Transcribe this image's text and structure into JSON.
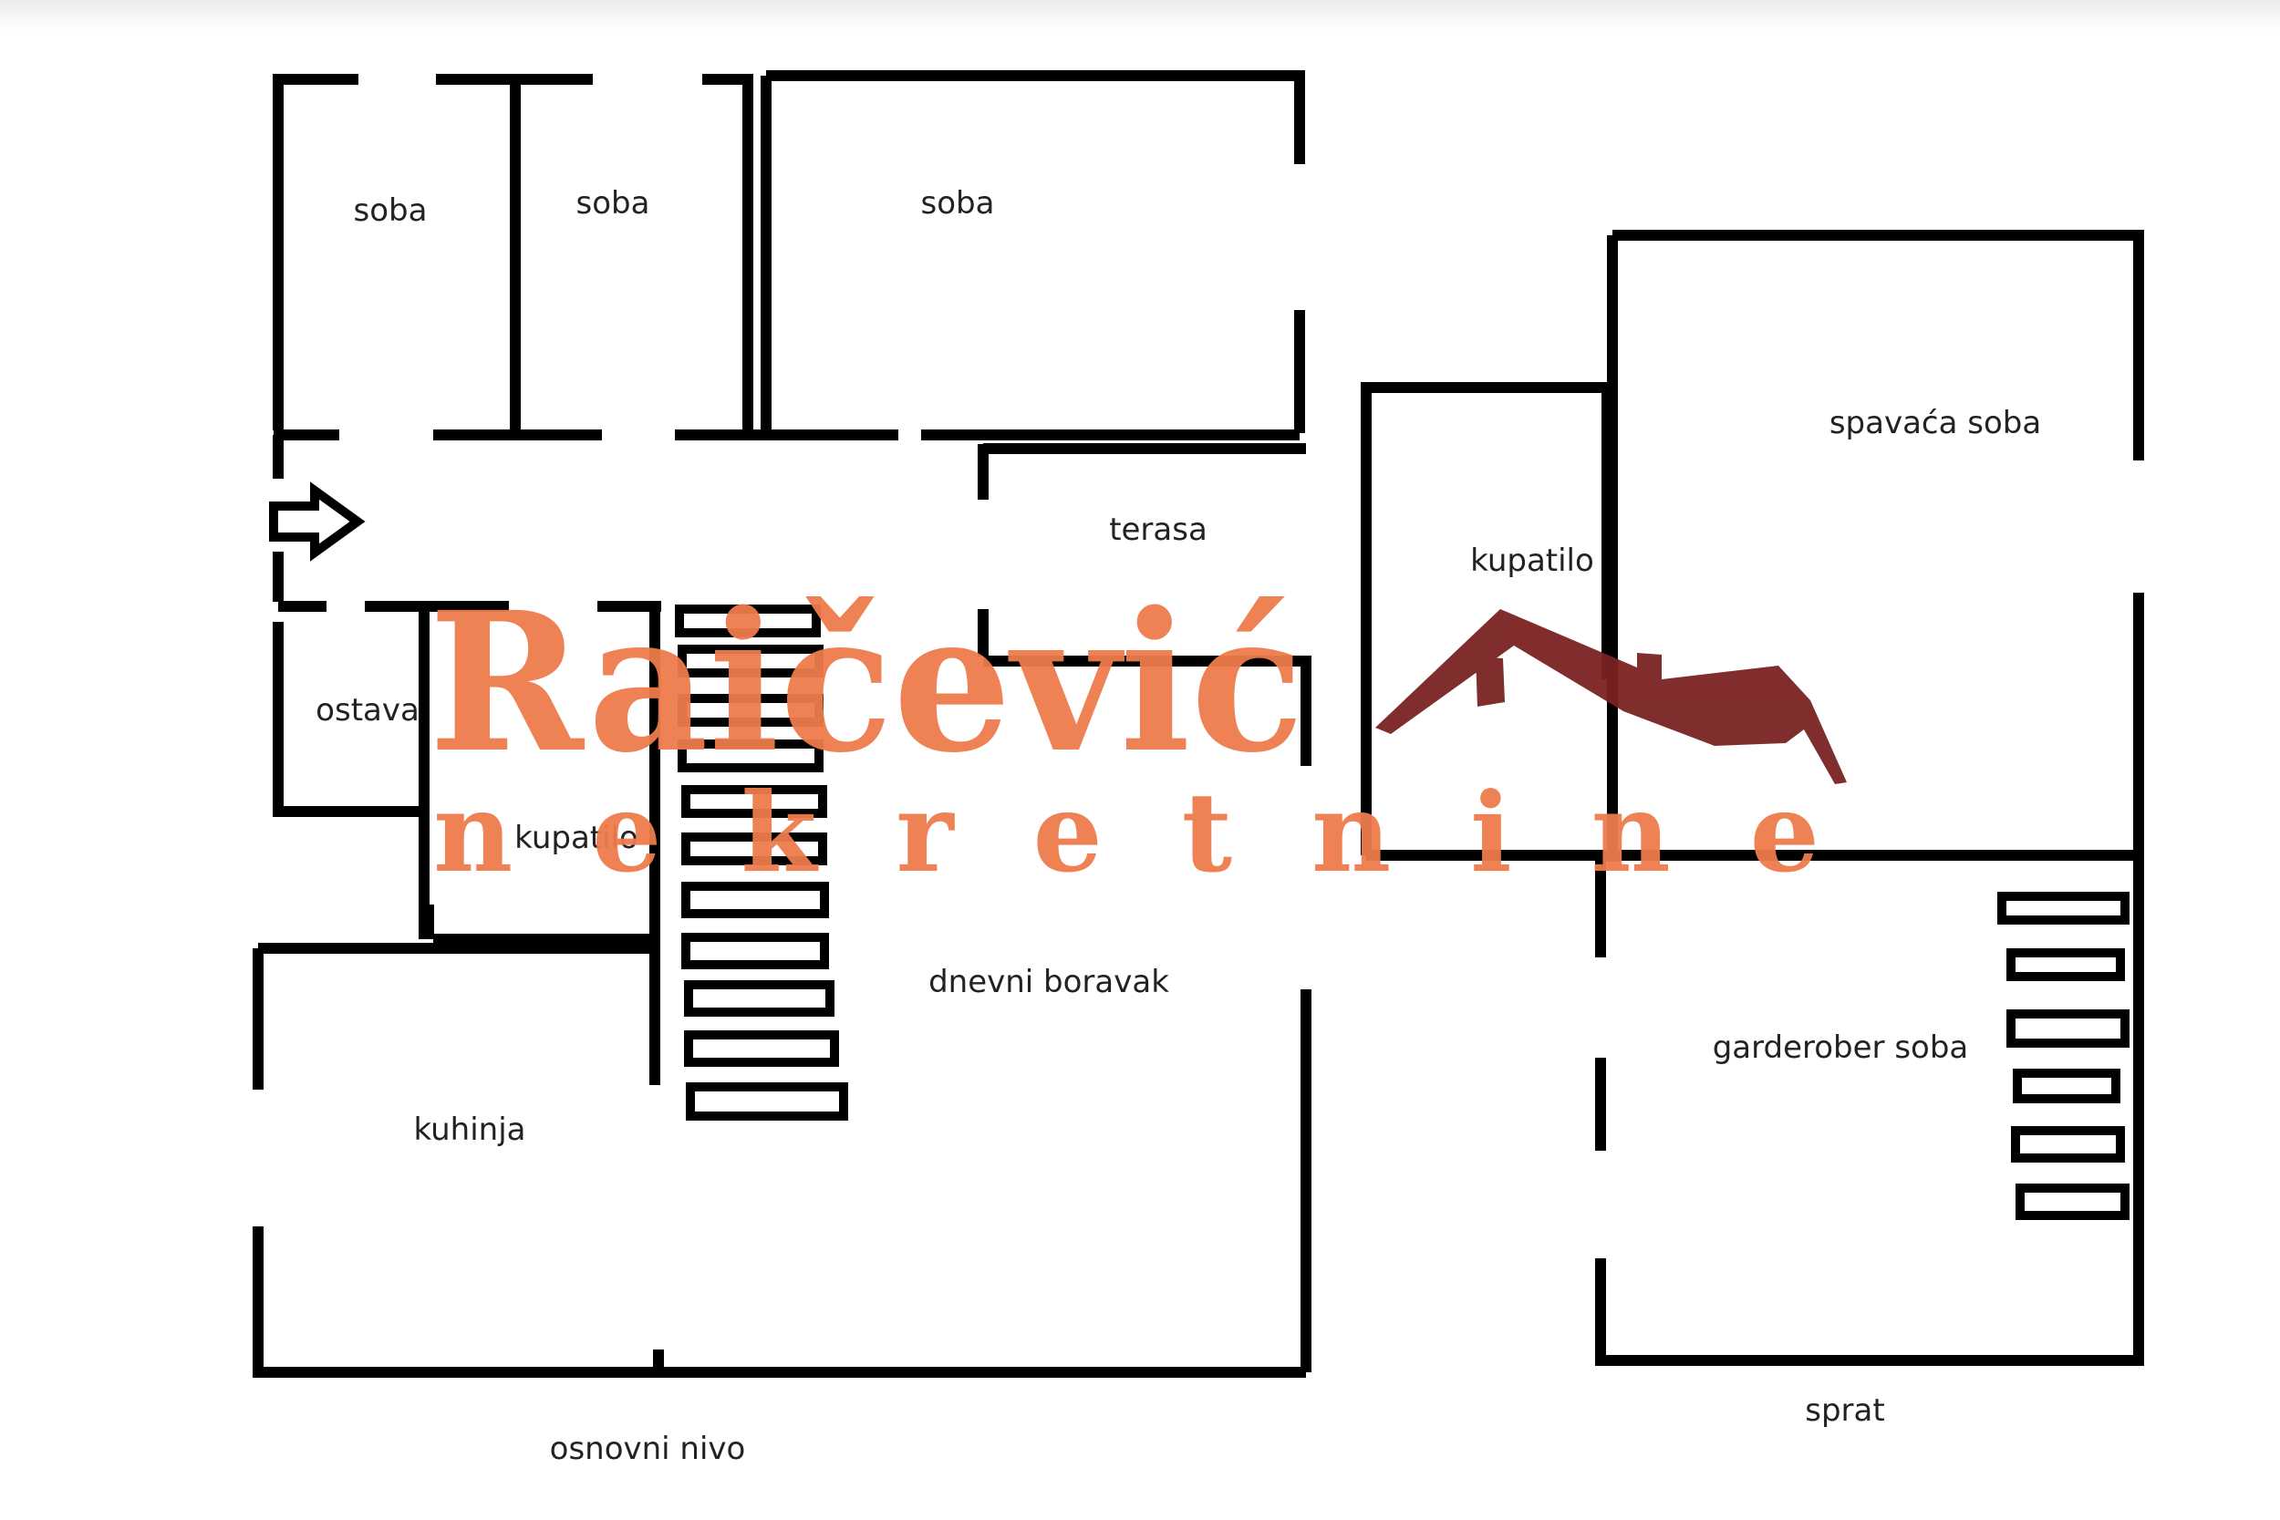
{
  "floor_plan": {
    "ground_level": {
      "caption": "osnovni nivo",
      "rooms": {
        "room_a": "soba",
        "room_b": "soba",
        "room_c": "soba",
        "terrace": "terasa",
        "storage": "ostava",
        "bathroom": "kupatilo",
        "kitchen": "kuhinja",
        "living_room": "dnevni boravak"
      }
    },
    "upper_level": {
      "caption": "sprat",
      "rooms": {
        "bathroom": "kupatilo",
        "bedroom": "spavaća soba",
        "wardrobe_room": "garderober soba"
      }
    }
  },
  "watermark": {
    "brand": "Raičević",
    "subtitle": "nekretnine",
    "accent_color": "#ee7c4c",
    "roof_color": "#7a2222",
    "icon": "house-roof-icon"
  },
  "colors": {
    "walls": "#000000",
    "background": "#ffffff"
  }
}
